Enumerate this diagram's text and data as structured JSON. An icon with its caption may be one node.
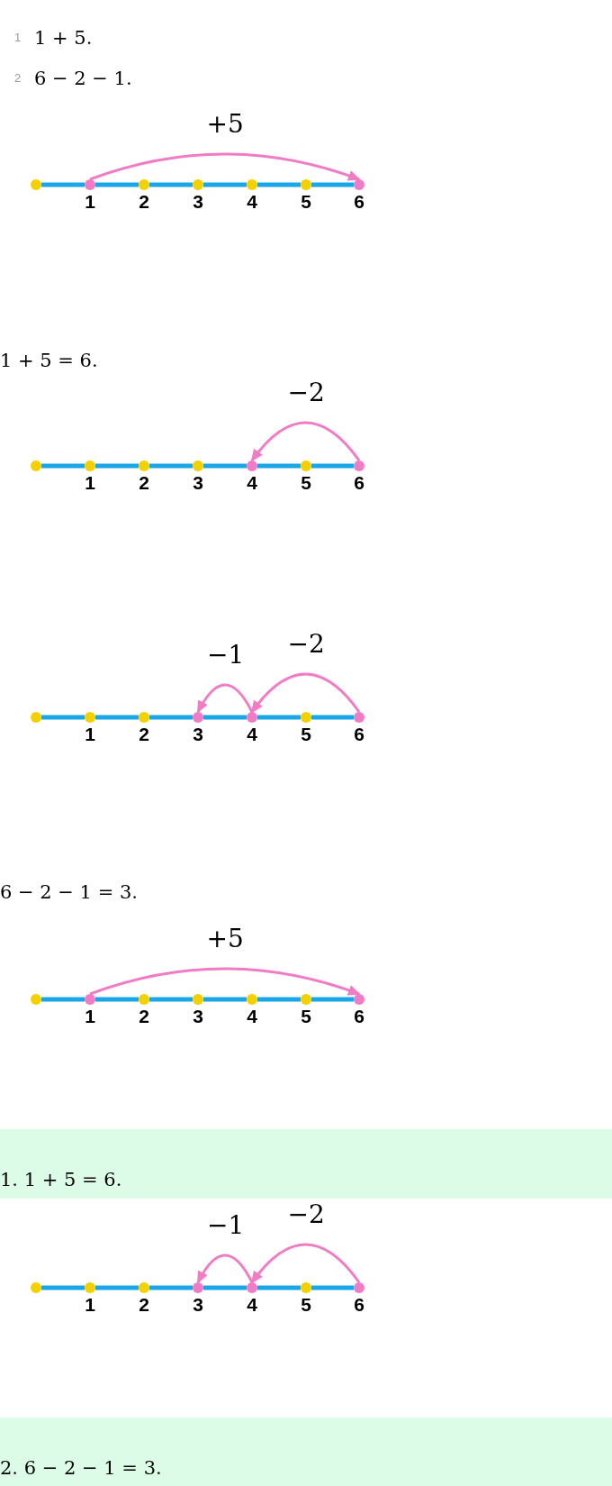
{
  "diagram": {
    "nodes": [
      {
        "text": [],
        "shape": "circle"
      },
      {
        "text": [
          "1"
        ]
      },
      {
        "text": [
          "2"
        ]
      },
      {
        "text": [
          "3"
        ]
      },
      {
        "text": [
          "4"
        ]
      },
      {
        "text": [
          "5"
        ]
      },
      {
        "text": [
          "6"
        ]
      },
      {
        "text": [],
        "shape": "circle"
      },
      {
        "text": [
          "1"
        ]
      },
      {
        "text": [
          "2"
        ]
      },
      {
        "text": [
          "3"
        ]
      },
      {
        "text": [
          "4"
        ]
      },
      {
        "text": [
          "5"
        ]
      },
      {
        "text": [
          "6"
        ]
      },
      {
        "text": [],
        "shape": "circle"
      },
      {
        "text": [
          "1"
        ]
      },
      {
        "text": [
          "2"
        ]
      },
      {
        "text": [
          "3"
        ]
      },
      {
        "text": [
          "4"
        ]
      },
      {
        "text": [
          "5"
        ]
      },
      {
        "text": [
          "6"
        ]
      },
      {
        "text": [],
        "shape": "circle"
      },
      {
        "text": [
          "1"
        ]
      },
      {
        "text": [
          "2"
        ]
      },
      {
        "text": [
          "3"
        ]
      },
      {
        "text": [
          "4"
        ]
      },
      {
        "text": [
          "5"
        ]
      },
      {
        "text": [
          "6"
        ]
      },
      {
        "text": [],
        "shape": "circle"
      },
      {
        "text": [
          "1"
        ]
      },
      {
        "text": [
          "2"
        ]
      },
      {
        "text": [
          "3"
        ]
      },
      {
        "text": [
          "4"
        ]
      },
      {
        "text": [
          "5"
        ]
      },
      {
        "text": [
          "6"
        ]
      }
    ],
    "edges": [
      {
        "from": 0,
        "to": 1,
        "arrow": "none"
      },
      {
        "from": 1,
        "to": 2,
        "arrow": "none"
      },
      {
        "from": 2,
        "to": 3,
        "arrow": "none"
      },
      {
        "from": 3,
        "to": 4,
        "arrow": "none"
      },
      {
        "from": 4,
        "to": 5,
        "arrow": "none"
      },
      {
        "from": 5,
        "to": 6,
        "arrow": "none"
      },
      {
        "from": 1,
        "to": 6,
        "arrow": "to",
        "label": "+5",
        "color": "#f07cc6"
      },
      {
        "from": 7,
        "to": 8,
        "arrow": "none"
      },
      {
        "from": 8,
        "to": 9,
        "arrow": "none"
      },
      {
        "from": 9,
        "to": 10,
        "arrow": "none"
      },
      {
        "from": 10,
        "to": 11,
        "arrow": "none"
      },
      {
        "from": 11,
        "to": 12,
        "arrow": "none"
      },
      {
        "from": 12,
        "to": 13,
        "arrow": "none"
      },
      {
        "from": 13,
        "to": 11,
        "arrow": "to",
        "label": "−2",
        "color": "#f07cc6"
      },
      {
        "from": 14,
        "to": 15,
        "arrow": "none"
      },
      {
        "from": 15,
        "to": 16,
        "arrow": "none"
      },
      {
        "from": 16,
        "to": 17,
        "arrow": "none"
      },
      {
        "from": 17,
        "to": 18,
        "arrow": "none"
      },
      {
        "from": 18,
        "to": 19,
        "arrow": "none"
      },
      {
        "from": 19,
        "to": 20,
        "arrow": "none"
      },
      {
        "from": 18,
        "to": 17,
        "arrow": "to",
        "label": "−1",
        "color": "#f07cc6"
      },
      {
        "from": 20,
        "to": 18,
        "arrow": "to",
        "label": "−2",
        "color": "#f07cc6"
      },
      {
        "from": 21,
        "to": 22,
        "arrow": "none"
      },
      {
        "from": 22,
        "to": 23,
        "arrow": "none"
      },
      {
        "from": 23,
        "to": 24,
        "arrow": "none"
      },
      {
        "from": 24,
        "to": 25,
        "arrow": "none"
      },
      {
        "from": 25,
        "to": 26,
        "arrow": "none"
      },
      {
        "from": 26,
        "to": 27,
        "arrow": "none"
      },
      {
        "from": 22,
        "to": 27,
        "arrow": "to",
        "label": "+5",
        "color": "#f07cc6"
      },
      {
        "from": 28,
        "to": 29,
        "arrow": "none"
      },
      {
        "from": 29,
        "to": 30,
        "arrow": "none"
      },
      {
        "from": 30,
        "to": 31,
        "arrow": "none"
      },
      {
        "from": 31,
        "to": 32,
        "arrow": "none"
      },
      {
        "from": 32,
        "to": 33,
        "arrow": "none"
      },
      {
        "from": 33,
        "to": 34,
        "arrow": "none"
      },
      {
        "from": 32,
        "to": 31,
        "arrow": "to",
        "label": "−1",
        "color": "#f07cc6"
      },
      {
        "from": 34,
        "to": 32,
        "arrow": "to",
        "label": "−2",
        "color": "#f07cc6"
      }
    ],
    "labels": [
      "1",
      "1 + 5.",
      "2",
      "6 − 2 − 1.",
      "1 + 5 = 6.",
      "6 − 2 − 1 = 3.",
      "1. 1 + 5 = 6.",
      "2. 6 − 2 − 1 = 3."
    ]
  }
}
